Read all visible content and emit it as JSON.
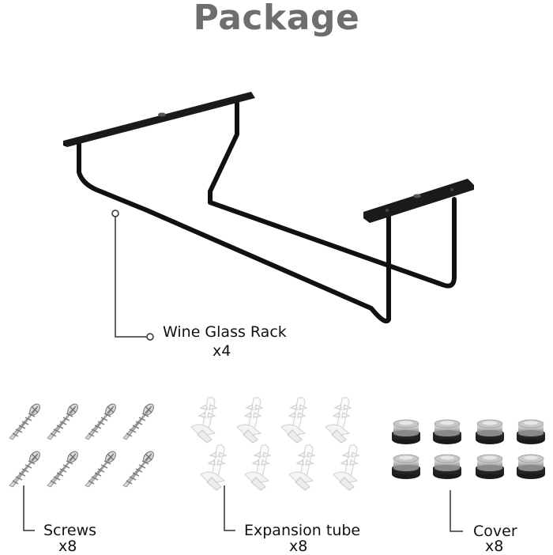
{
  "title": "Package",
  "items": [
    {
      "name": "Wine Glass Rack",
      "qty": "x4"
    },
    {
      "name": "Screws",
      "qty": "x8"
    },
    {
      "name": "Expansion tube",
      "qty": "x8"
    },
    {
      "name": "Cover",
      "qty": "x8"
    }
  ],
  "icons": {
    "rack": "wine-glass-rack-icon",
    "screw": "screw-icon",
    "anchor": "expansion-tube-icon",
    "cover": "screw-cover-icon"
  },
  "colors": {
    "title": "#6e6e6e",
    "rack": "#111111",
    "callout": "#333333",
    "text": "#111111"
  }
}
